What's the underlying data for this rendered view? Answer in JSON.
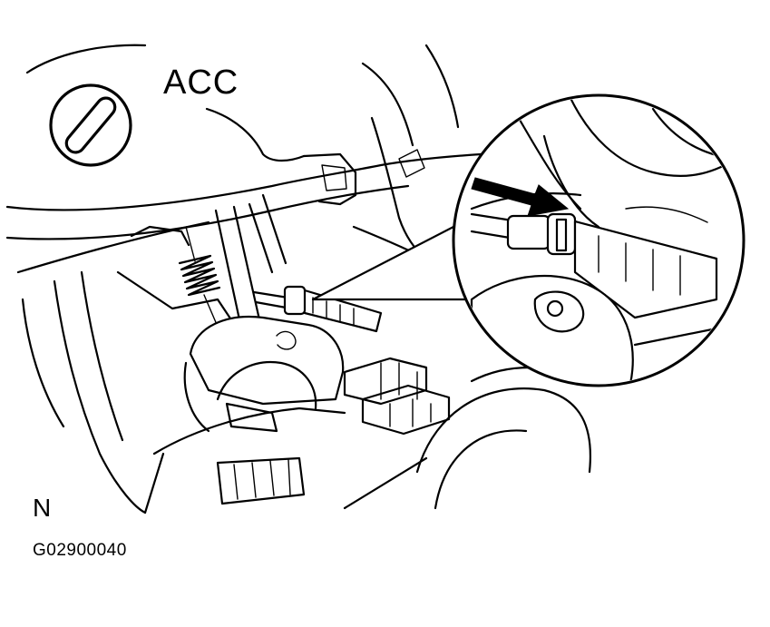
{
  "labels": {
    "key_position": "ACC",
    "view_marker": "N",
    "figure_code": "G02900040"
  },
  "icons": {
    "key_position_symbol": "ignition-key-slot-icon",
    "direction_arrow": "arrow-right-icon"
  },
  "colors": {
    "line": "#000000",
    "background": "#ffffff"
  }
}
